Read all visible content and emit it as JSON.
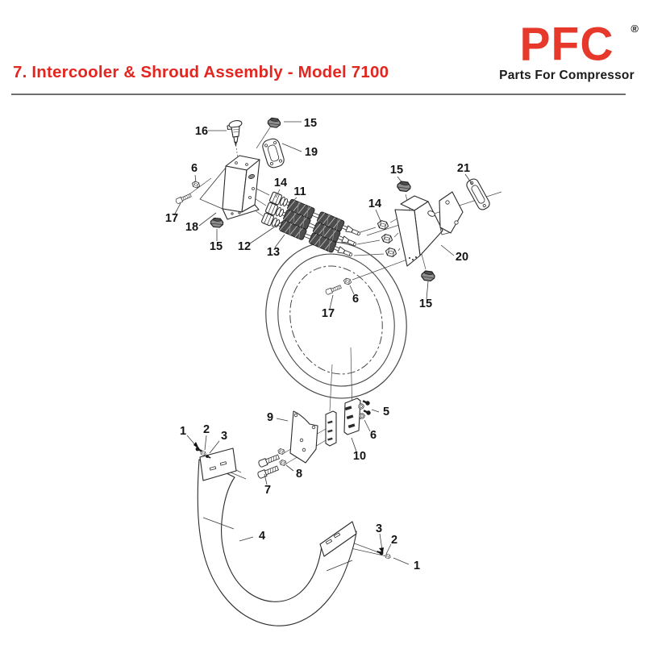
{
  "header": {
    "title": "7. Intercooler & Shroud Assembly - Model 7100",
    "logo": {
      "name": "PFC",
      "registered_mark": "®",
      "tagline": "Parts For Compressor"
    }
  },
  "diagram": {
    "callouts": [
      {
        "label": "16"
      },
      {
        "label": "15"
      },
      {
        "label": "19"
      },
      {
        "label": "6"
      },
      {
        "label": "17"
      },
      {
        "label": "18"
      },
      {
        "label": "15"
      },
      {
        "label": "14"
      },
      {
        "label": "11"
      },
      {
        "label": "12"
      },
      {
        "label": "13"
      },
      {
        "label": "14"
      },
      {
        "label": "15"
      },
      {
        "label": "21"
      },
      {
        "label": "20"
      },
      {
        "label": "6"
      },
      {
        "label": "17"
      },
      {
        "label": "15"
      },
      {
        "label": "9"
      },
      {
        "label": "5"
      },
      {
        "label": "6"
      },
      {
        "label": "10"
      },
      {
        "label": "8"
      },
      {
        "label": "7"
      },
      {
        "label": "1"
      },
      {
        "label": "2"
      },
      {
        "label": "3"
      },
      {
        "label": "4"
      },
      {
        "label": "3"
      },
      {
        "label": "2"
      },
      {
        "label": "1"
      }
    ]
  }
}
